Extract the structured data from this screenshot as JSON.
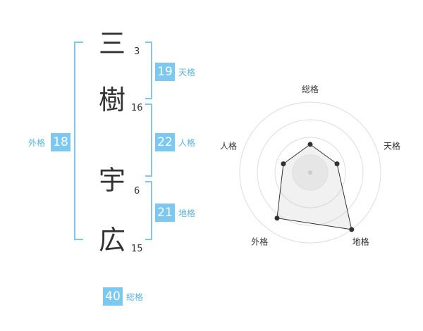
{
  "name": {
    "characters": [
      {
        "char": "三",
        "strokes": "3"
      },
      {
        "char": "樹",
        "strokes": "16"
      },
      {
        "char": "宇",
        "strokes": "6"
      },
      {
        "char": "広",
        "strokes": "15"
      }
    ]
  },
  "kaku": {
    "tenkaku": {
      "value": "19",
      "label": "天格"
    },
    "jinkaku": {
      "value": "22",
      "label": "人格"
    },
    "chikaku": {
      "value": "21",
      "label": "地格"
    },
    "gaikaku": {
      "value": "18",
      "label": "外格"
    },
    "soukaku": {
      "value": "40",
      "label": "総格"
    }
  },
  "colors": {
    "accent": "#7cc8f0",
    "bracket": "#7cc8f0",
    "text": "#333333"
  },
  "chart_data": {
    "type": "radar",
    "axes": [
      "総格",
      "天格",
      "地格",
      "外格",
      "人格"
    ],
    "levels": 4,
    "values": [
      0.4,
      0.4,
      1.0,
      0.8,
      0.4
    ],
    "max": 1
  }
}
